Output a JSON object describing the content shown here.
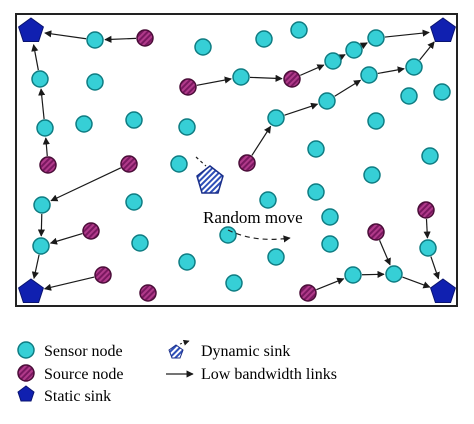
{
  "diagram": {
    "annotation": "Random move",
    "colors": {
      "sensor_fill": "#36cfd6",
      "source_fill": "#8b1f6b",
      "static_sink_fill": "#1020b0",
      "dynamic_sink_fill": "#5a78d0",
      "line": "#1a1a1a"
    }
  },
  "legend": {
    "sensor_node": "Sensor node",
    "source_node": "Source node",
    "static_sink": "Static sink",
    "dynamic_sink": "Dynamic sink",
    "low_bandwidth_links": "Low bandwidth links"
  }
}
